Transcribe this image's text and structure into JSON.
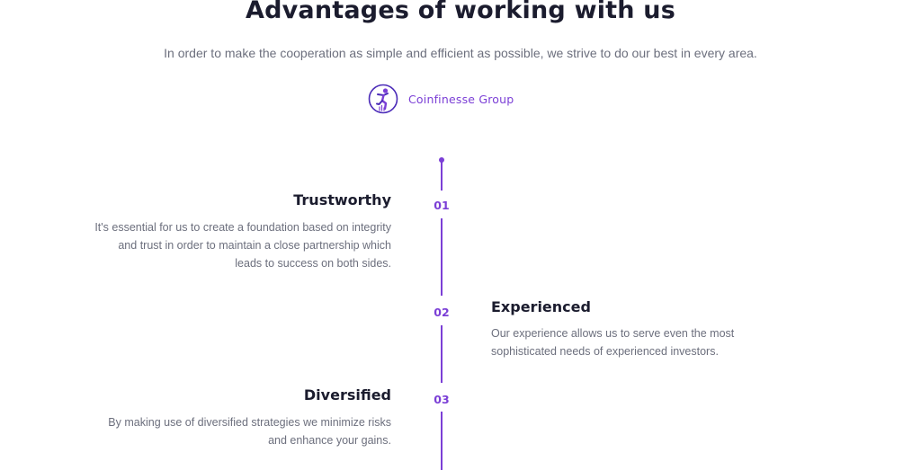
{
  "header": {
    "title": "Advantages of working with us",
    "subtitle": "In order to make the cooperation as simple and efficient as possible, we strive to do our best in every area."
  },
  "brand": {
    "name": "Coinfinesse Group",
    "logo_icon": "runner-figure-logo-icon",
    "accent_color": "#7b3fd6"
  },
  "timeline": {
    "items": [
      {
        "number": "01",
        "title": "Trustworthy",
        "lines": [
          "It's essential for us to create a foundation based on integrity",
          "and trust in order to maintain a close partnership which",
          "leads to success on both sides."
        ]
      },
      {
        "number": "02",
        "title": "Experienced",
        "lines": [
          "Our experience allows us to serve even the most",
          "sophisticated needs of experienced investors."
        ]
      },
      {
        "number": "03",
        "title": "Diversified",
        "lines": [
          "By making use of diversified strategies we minimize risks",
          "and enhance your gains."
        ]
      }
    ]
  },
  "colors": {
    "heading": "#1b1c2e",
    "body_text": "#6c6f7d",
    "accent": "#7b3fd6"
  }
}
